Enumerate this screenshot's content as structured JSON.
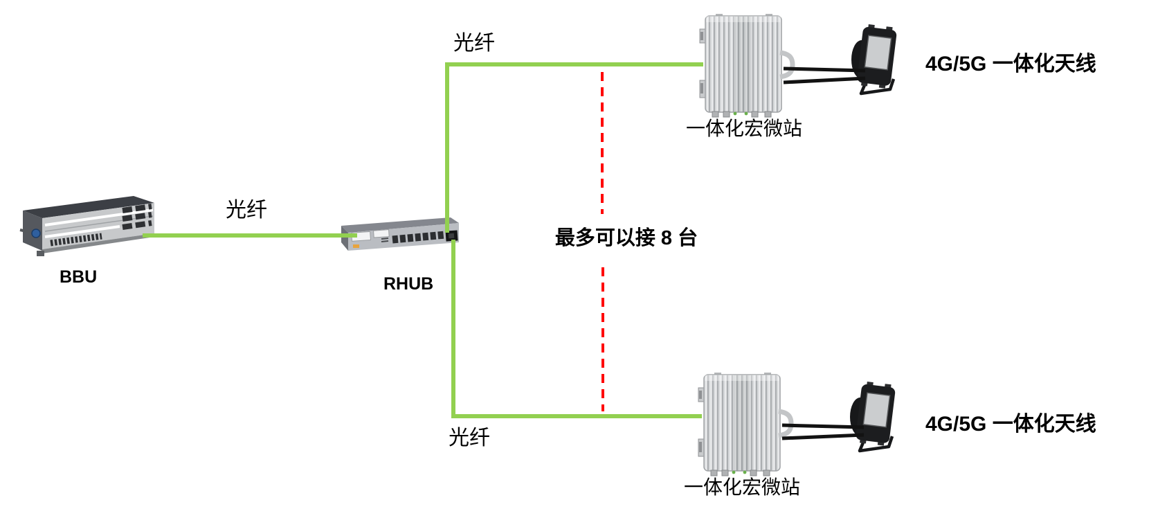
{
  "colors": {
    "fiber-green": "#92d050",
    "note-red": "#ff0000",
    "label-black": "#000000",
    "cable-black": "#121212"
  },
  "diagram": {
    "devices": {
      "bbu": {
        "label": "BBU"
      },
      "rhub": {
        "label": "RHUB"
      },
      "station_top": {
        "label": "一体化宏微站"
      },
      "station_bottom": {
        "label": "一体化宏微站"
      },
      "antenna_top": {
        "label": "4G/5G 一体化天线"
      },
      "antenna_bottom": {
        "label": "4G/5G 一体化天线"
      }
    },
    "links": {
      "fiber_bbu_rhub": {
        "label": "光纤"
      },
      "fiber_rhub_station_top": {
        "label": "光纤"
      },
      "fiber_rhub_station_bottom": {
        "label": "光纤"
      }
    },
    "annotation": {
      "max_connect_note": "最多可以接 8 台"
    }
  }
}
